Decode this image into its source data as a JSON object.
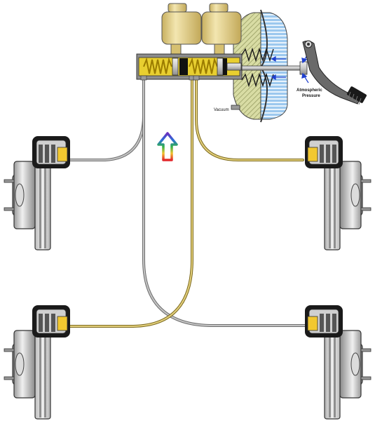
{
  "diagram": {
    "labels": {
      "vacuum": "Vacuum",
      "atmospheric_line1": "Atmospheric",
      "atmospheric_line2": "Pressure"
    },
    "components": [
      "master-cylinder",
      "fluid-reservoir-front",
      "fluid-reservoir-rear",
      "brake-booster",
      "brake-pedal",
      "brake-line-circuit-1",
      "brake-line-circuit-2",
      "wheel-brake-front-left",
      "wheel-brake-front-right",
      "wheel-brake-rear-left",
      "wheel-brake-rear-right",
      "forward-direction-arrow"
    ],
    "colors": {
      "brake_fluid": "#e8cf30",
      "brake_line_grey": "#a8a8a8",
      "brake_line_yellow": "#cdb65a",
      "reservoir": "#e5d28e",
      "booster_vacuum_side": "#d8dca4",
      "booster_atmospheric_side": "#9cc8ee",
      "tire": "#222222",
      "disc": "#cfcfcf",
      "pressure_arrow": "#1e3fcf"
    }
  }
}
